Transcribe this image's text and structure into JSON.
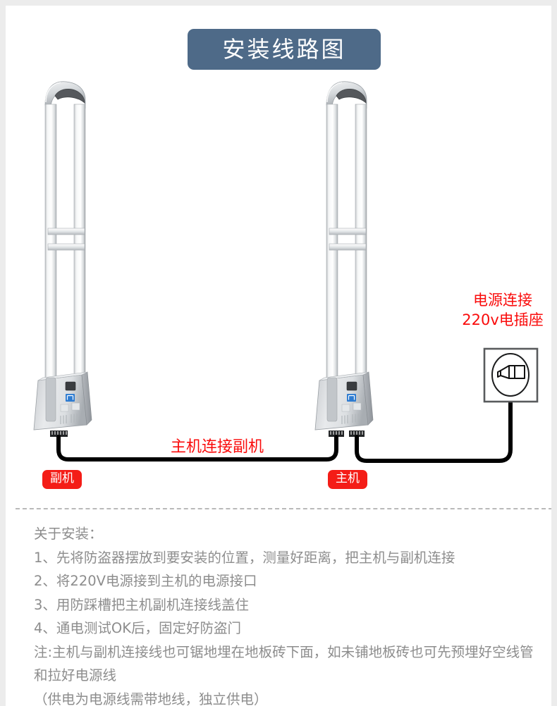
{
  "page": {
    "title": "安装线路图",
    "background_color": "#ffffff",
    "frame_color": "#ececec"
  },
  "banner": {
    "label": "安装线路图",
    "background_color": "#4e6a88",
    "text_color": "#ffffff"
  },
  "diagram": {
    "accent_red": "#fa0b0b",
    "badge_red": "#f41d17",
    "cable_color": "#000000",
    "pedestal_body_color": "#d7d9db",
    "pedestal_shadow_color": "#a9adb1",
    "post_color": "#e9ebec",
    "logo_color": "#2e7bd0",
    "annotations": {
      "power_line1": "电源连接",
      "power_line2": "220v电插座",
      "cable_link": "主机连接副机"
    },
    "badges": {
      "slave": "副机",
      "master": "主机"
    },
    "icons": {
      "socket": "wall-socket-icon",
      "plug": "power-plug-icon",
      "connector": "ribbon-connector-icon",
      "display": "status-display-icon",
      "logo": "brand-logo-icon",
      "vent": "vent-grille-icon"
    }
  },
  "instructions": {
    "heading": "关于安装：",
    "steps": [
      "1、先将防盗器摆放到要安装的位置，测量好距离，把主机与副机连接",
      "2、将220V电源接到主机的电源接口",
      "3、用防踩槽把主机副机连接线盖住",
      "4、通电测试OK后，固定好防盗门"
    ],
    "note": "注:主机与副机连接线也可锯地埋在地板砖下面，如未铺地板砖也可先预埋好空线管和拉好电源线",
    "footnote": "（供电为电源线需带地线，独立供电）",
    "text_color": "#8d8d8d"
  }
}
